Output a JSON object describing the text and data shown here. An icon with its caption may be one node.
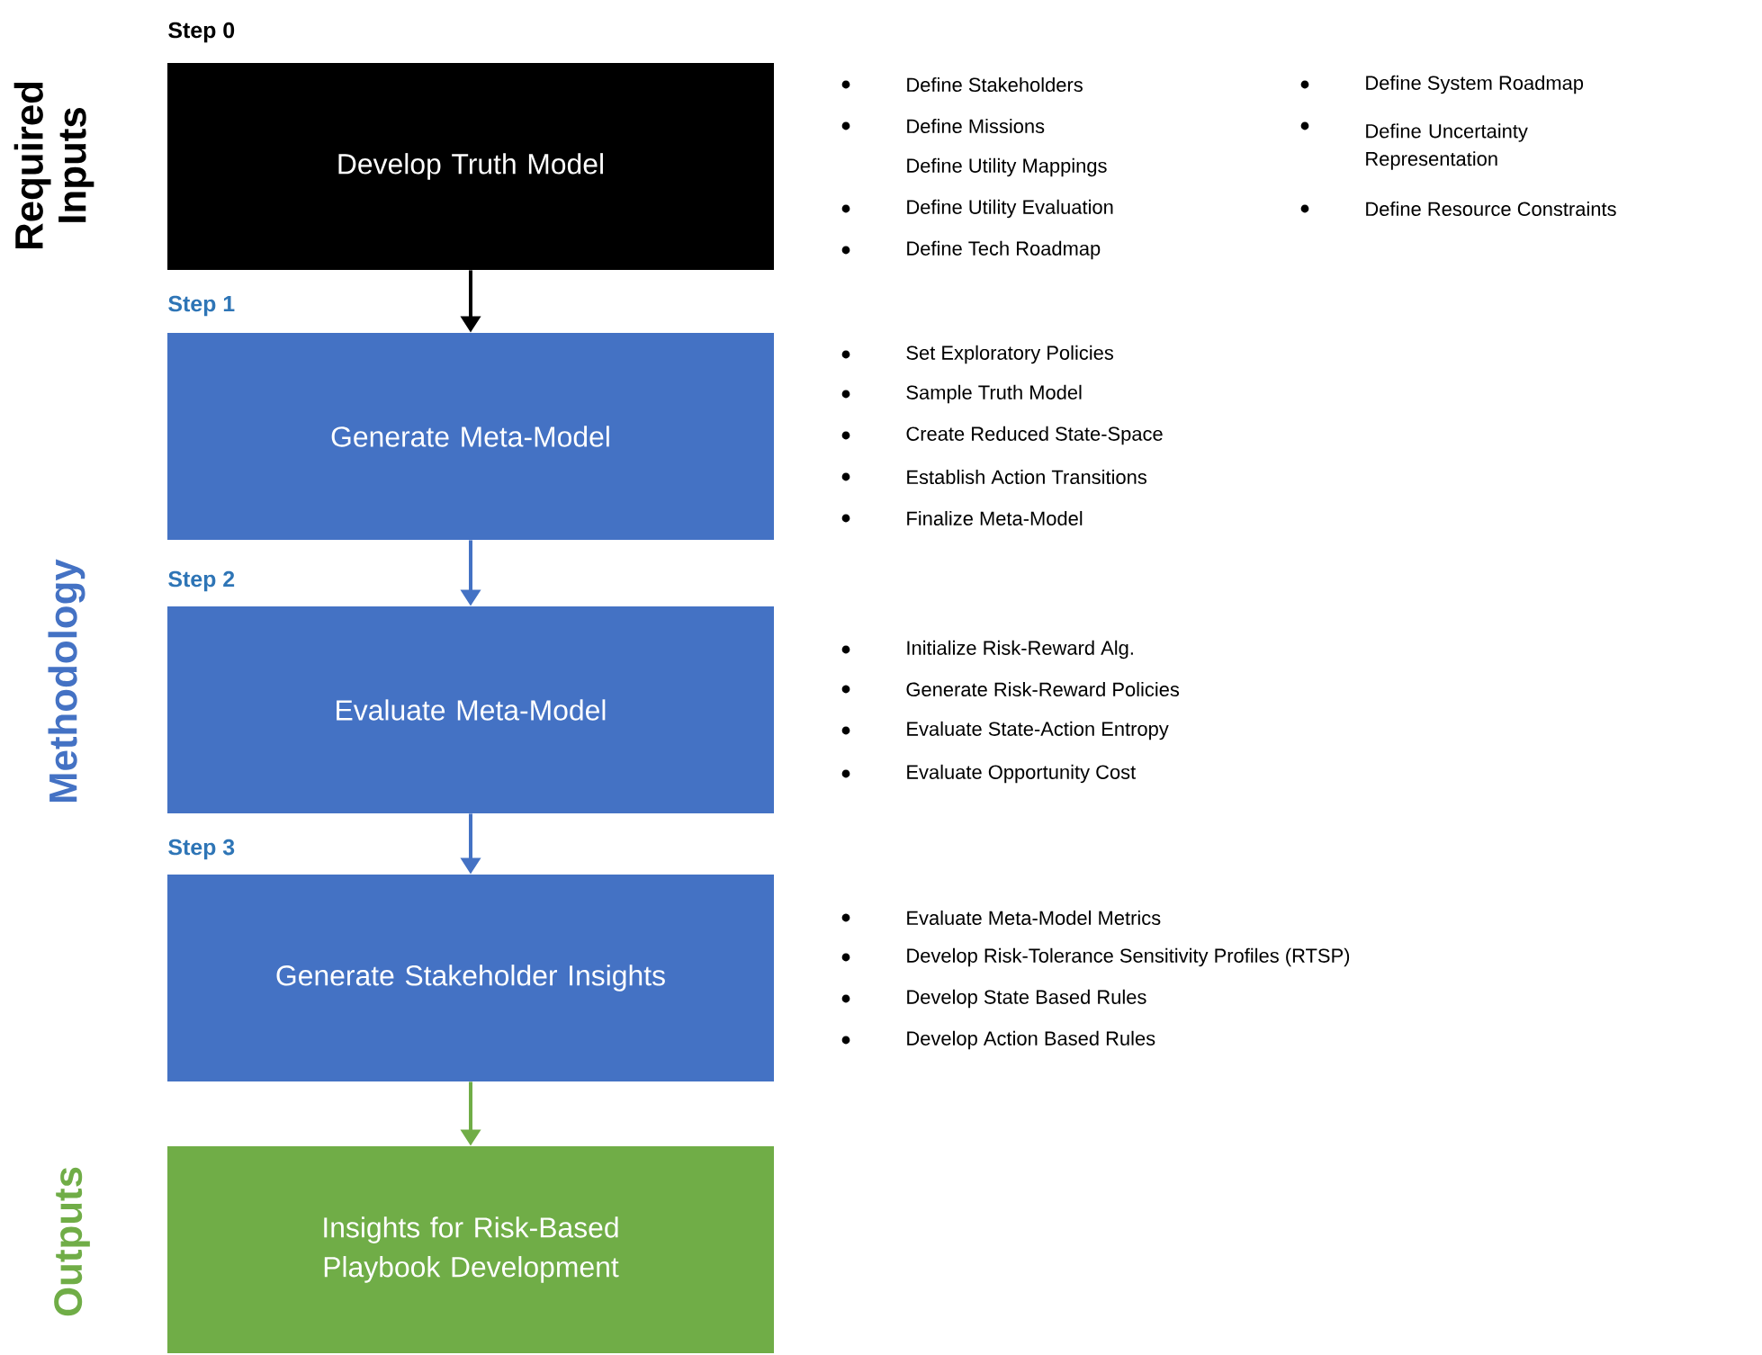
{
  "diagram": {
    "nodes": [
      {
        "text": [
          "Develop Truth Model"
        ],
        "beside": [
          "Define Stakeholders",
          "Define Missions",
          "Define Utility Mappings",
          "Define Utility Evaluation",
          "Define Tech Roadmap",
          "Define System Roadmap",
          "Define Uncertainty Representation",
          "Define Resource Constraints"
        ]
      },
      {
        "text": [
          "Generate Meta-Model"
        ],
        "beside": [
          "Set Exploratory Policies",
          "Sample Truth Model",
          "Create Reduced State-Space",
          "Establish Action Transitions",
          "Finalize Meta-Model"
        ]
      },
      {
        "text": [
          "Evaluate Meta-Model"
        ],
        "beside": [
          "Initialize Risk-Reward Alg.",
          "Generate Risk-Reward Policies",
          "Evaluate State-Action Entropy",
          "Evaluate Opportunity Cost"
        ]
      },
      {
        "text": [
          "Generate Stakeholder Insights"
        ],
        "beside": [
          "Evaluate Meta-Model Metrics",
          "Develop Risk-Tolerance Sensitivity Profiles (RTSP)",
          "Develop State Based Rules",
          "Develop Action Based Rules"
        ]
      },
      {
        "text": [
          "Insights for Risk-Based Playbook Development"
        ]
      }
    ],
    "edges": [
      {
        "from": 0,
        "to": 1,
        "arrow": "to",
        "color": "#000000"
      },
      {
        "from": 1,
        "to": 2,
        "arrow": "to"
      },
      {
        "from": 2,
        "to": 3,
        "arrow": "to"
      },
      {
        "from": 3,
        "to": 4,
        "arrow": "to",
        "color": "#70ad47"
      }
    ],
    "labels": [
      "Required Inputs",
      "Step 0",
      "Step 1",
      "Methodology",
      "Step 2",
      "Step 3",
      "Outputs"
    ]
  }
}
